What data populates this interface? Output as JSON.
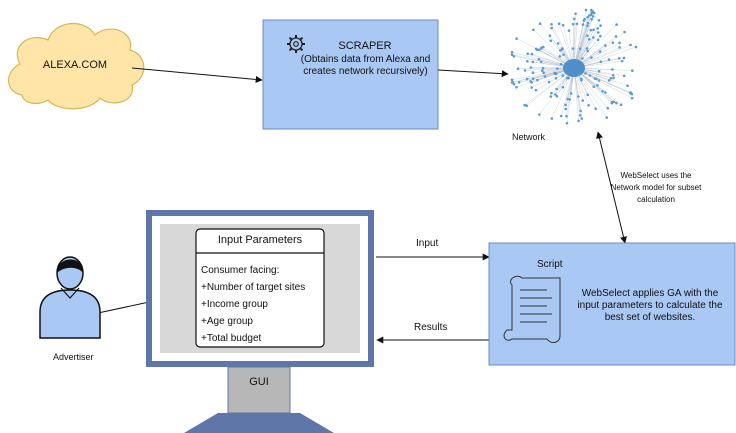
{
  "source": {
    "label": "ALEXA.COM"
  },
  "scraper": {
    "title": "SCRAPER",
    "description": "(Obtains data from Alexa and creates network recursively)",
    "icon": "gear-icon"
  },
  "network": {
    "label": "Network"
  },
  "network_note": "WebSelect uses the Network model for subset calculation",
  "gui": {
    "label": "GUI",
    "panel_title": "Input Parameters",
    "params": [
      "Consumer facing:",
      "+Number of target sites",
      "+Income group",
      "+Age group",
      "+Total budget"
    ]
  },
  "flows": {
    "input": "Input",
    "results": "Results"
  },
  "script": {
    "title": "Script",
    "description": "WebSelect applies GA with the input parameters to calculate the best set of websites.",
    "icon": "document-icon"
  },
  "advertiser": {
    "label": "Advertiser",
    "icon": "user-icon"
  },
  "colors": {
    "cloud_fill": "#ffe6a8",
    "cloud_stroke": "#d6b656",
    "box_fill": "#a9c8f3",
    "box_stroke": "#6c8ebf",
    "monitor": "#5f77a8",
    "stand": "#b7b7b7"
  }
}
